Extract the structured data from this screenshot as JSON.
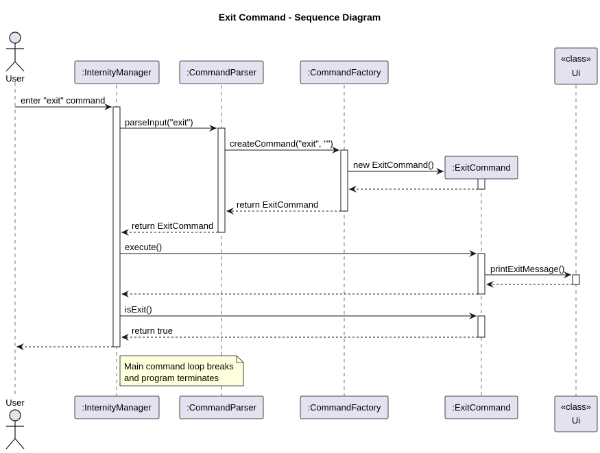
{
  "title": "Exit Command - Sequence Diagram",
  "colors": {
    "participant_fill": "#E2E2F0",
    "participant_border": "#181818",
    "note_fill": "#FEFFDD",
    "activation_fill": "#FFFFFF",
    "line": "#181818"
  },
  "participants": [
    {
      "id": "user",
      "kind": "actor",
      "label": "User",
      "icon": "actor-stick-figure-icon"
    },
    {
      "id": "im",
      "kind": "box",
      "label": ":InternityManager"
    },
    {
      "id": "cp",
      "kind": "box",
      "label": ":CommandParser"
    },
    {
      "id": "cf",
      "kind": "box",
      "label": ":CommandFactory"
    },
    {
      "id": "ec",
      "kind": "box",
      "label": ":ExitCommand",
      "created": true
    },
    {
      "id": "ui",
      "kind": "box",
      "label_stereotype": "«class»",
      "label": "Ui"
    }
  ],
  "messages": [
    {
      "from": "user",
      "to": "im",
      "label": "enter \"exit\" command",
      "style": "solid"
    },
    {
      "from": "im",
      "to": "cp",
      "label": "parseInput(\"exit\")",
      "style": "solid"
    },
    {
      "from": "cp",
      "to": "cf",
      "label": "createCommand(\"exit\", \"\")",
      "style": "solid"
    },
    {
      "from": "cf",
      "to": "ec",
      "label": "new ExitCommand()",
      "style": "solid",
      "create": true
    },
    {
      "from": "ec",
      "to": "cf",
      "label": "",
      "style": "dashed"
    },
    {
      "from": "cf",
      "to": "cp",
      "label": "return ExitCommand",
      "style": "dashed"
    },
    {
      "from": "cp",
      "to": "im",
      "label": "return ExitCommand",
      "style": "dashed"
    },
    {
      "from": "im",
      "to": "ec",
      "label": "execute()",
      "style": "solid"
    },
    {
      "from": "ec",
      "to": "ui",
      "label": "printExitMessage()",
      "style": "solid"
    },
    {
      "from": "ui",
      "to": "ec",
      "label": "",
      "style": "dashed"
    },
    {
      "from": "ec",
      "to": "im",
      "label": "",
      "style": "dashed"
    },
    {
      "from": "im",
      "to": "ec",
      "label": "isExit()",
      "style": "solid"
    },
    {
      "from": "ec",
      "to": "im",
      "label": "return true",
      "style": "dashed"
    },
    {
      "from": "im",
      "to": "user",
      "label": "",
      "style": "dashed"
    }
  ],
  "note": {
    "lines": [
      "Main command loop breaks",
      "and program terminates"
    ]
  }
}
